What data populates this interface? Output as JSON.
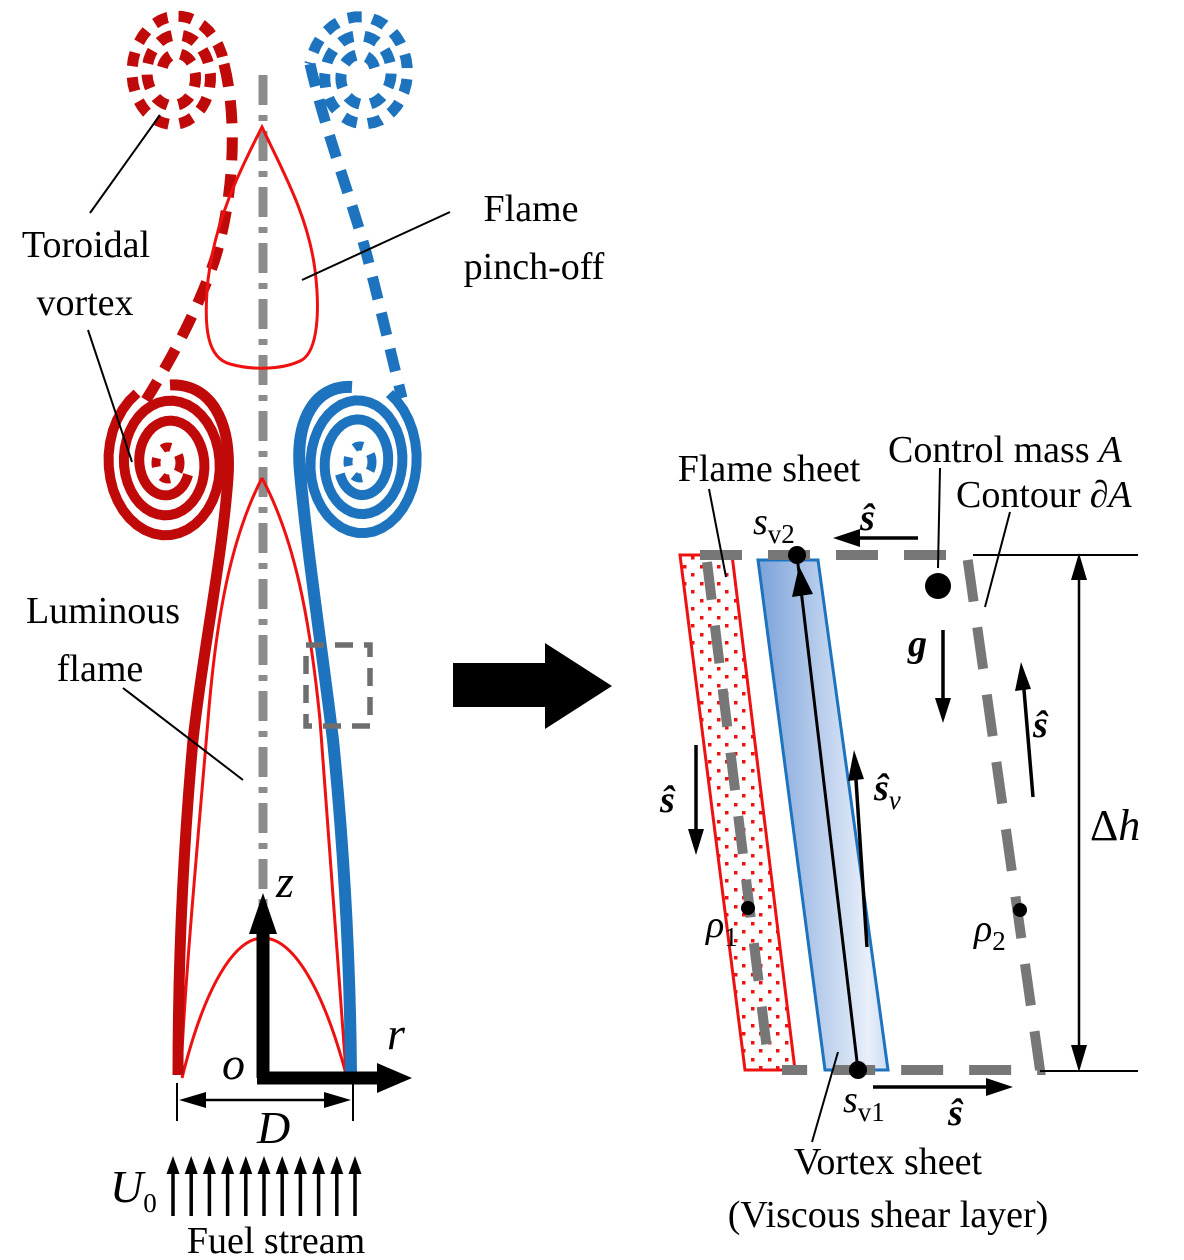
{
  "colors": {
    "flame_red": "#c00a0a",
    "flame_red_bright": "#ee1111",
    "vortex_blue": "#1e73be",
    "contour_gray": "#777777",
    "centerline_gray": "#8c8c8c",
    "vortex_fill_dark": "#7ba2da",
    "vortex_fill_light": "#e8effa",
    "black": "#000000"
  },
  "left_panel": {
    "toroidal_vortex": [
      "Toroidal",
      "vortex"
    ],
    "flame_pinch_off": [
      "Flame",
      "pinch-off"
    ],
    "luminous_flame": [
      "Luminous",
      "flame"
    ],
    "axis_z": "z",
    "axis_r": "r",
    "origin": "o",
    "diameter": "D",
    "velocity": "U",
    "velocity_sub": "0",
    "fuel_stream": "Fuel stream"
  },
  "right_panel": {
    "flame_sheet": "Flame sheet",
    "control_mass": "Control mass",
    "control_mass_sym": "A",
    "contour": "Contour",
    "contour_sym": "∂A",
    "s_v2": "s",
    "s_v2_sub": "v2",
    "s_v1": "s",
    "s_v1_sub": "v1",
    "s_hat": "ŝ",
    "s_hat_v": "ŝ",
    "s_hat_v_sub": "v",
    "gravity": "g",
    "rho": "ρ",
    "rho1_sub": "1",
    "rho2_sub": "2",
    "delta": "Δ",
    "delta_h_sym": "h",
    "vortex_sheet": "Vortex sheet",
    "vortex_sheet_paren": "(Viscous shear layer)"
  }
}
